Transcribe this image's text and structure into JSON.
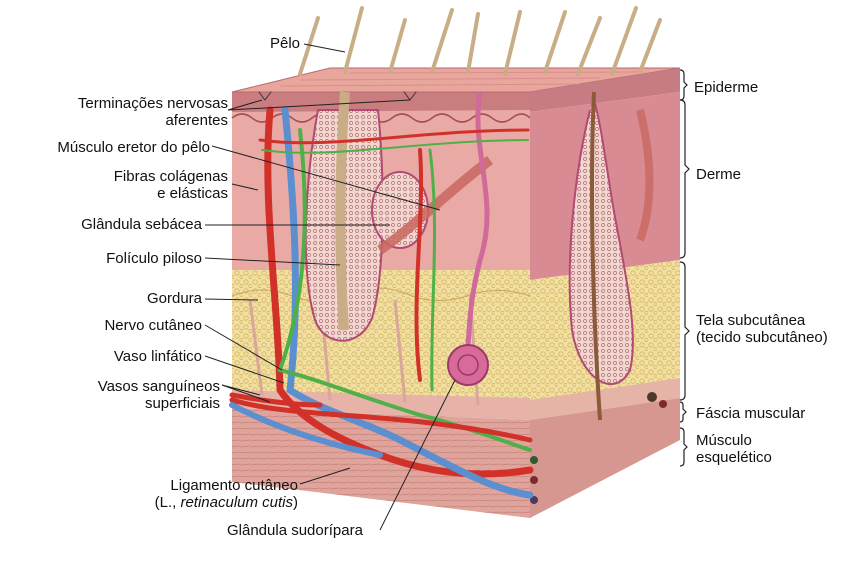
{
  "labels_left": {
    "pelo": "Pêlo",
    "terminacoes_l1": "Terminações nervosas",
    "terminacoes_l2": "aferentes",
    "musculo_eretor": "Músculo eretor do pêlo",
    "fibras_l1": "Fibras colágenas",
    "fibras_l2": "e elásticas",
    "glandula_sebacea": "Glândula sebácea",
    "foliculo": "Folículo piloso",
    "gordura": "Gordura",
    "nervo": "Nervo cutâneo",
    "vaso_linfatico": "Vaso linfático",
    "vasos_l1": "Vasos sanguíneos",
    "vasos_l2": "superficiais",
    "ligamento_l1": "Ligamento cutâneo",
    "ligamento_l2_prefix": "(L., ",
    "ligamento_l2_italic": "retinaculum cutis",
    "ligamento_l2_suffix": ")",
    "glandula_sudoripara": "Glândula sudorípara"
  },
  "labels_right": {
    "epiderme": "Epiderme",
    "derme": "Derme",
    "tela_l1": "Tela subcutânea",
    "tela_l2": "(tecido subcutâneo)",
    "fascia": "Fáscia muscular",
    "musculo_l1": "Músculo",
    "musculo_l2": "esquelético"
  },
  "colors": {
    "epidermis": "#e8a9a0",
    "dermis": "#e9aaa6",
    "dermis_side": "#d98b93",
    "fat": "#f1e0a2",
    "fat_dots": "#d9b85a",
    "muscle": "#d99a93",
    "artery": "#d2312a",
    "vein": "#5b8fd0",
    "nerve_green": "#4fb04a",
    "hair": "#c9ad86",
    "follicle": "#b34a73",
    "leader": "#222222"
  }
}
